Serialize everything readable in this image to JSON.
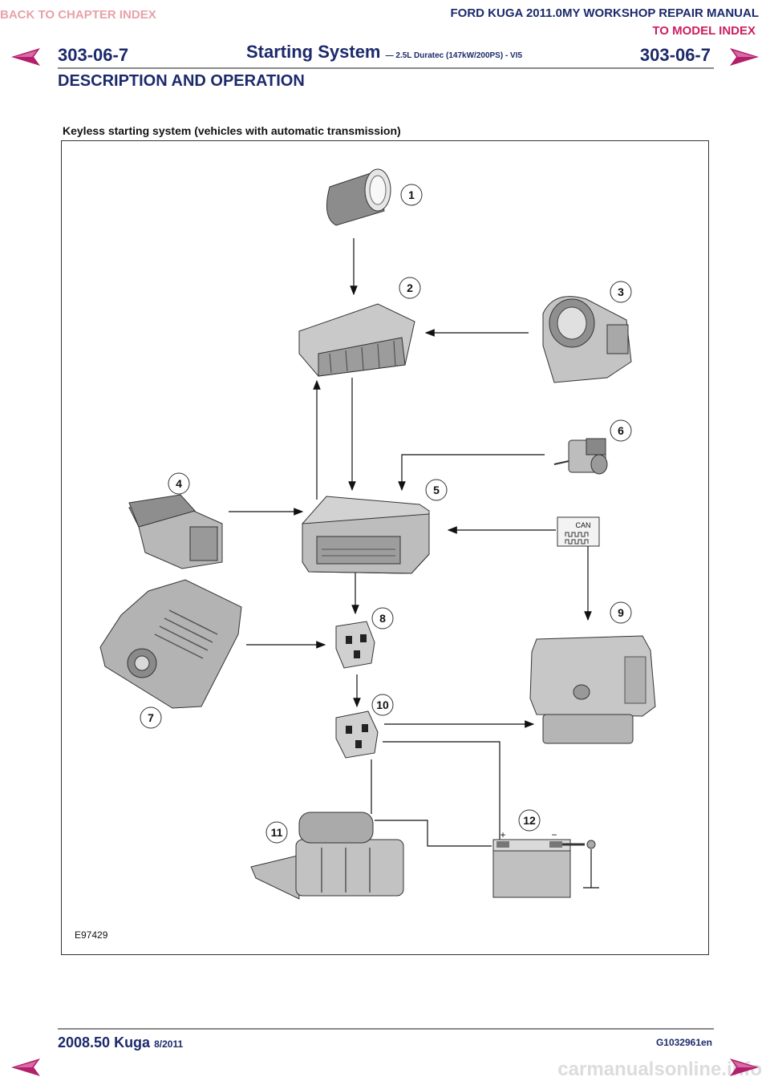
{
  "header": {
    "back_link": "BACK TO CHAPTER INDEX",
    "manual_title": "FORD KUGA 2011.0MY WORKSHOP REPAIR MANUAL",
    "model_link": "TO MODEL INDEX",
    "section_left": "303-06-7",
    "section_right": "303-06-7",
    "system_title": "Starting System",
    "system_subtitle": "— 2.5L Duratec (147kW/200PS) - VI5",
    "description": "DESCRIPTION AND OPERATION"
  },
  "figure": {
    "caption": "Keyless starting system (vehicles with automatic transmission)",
    "code": "E97429",
    "callouts": [
      "1",
      "2",
      "3",
      "4",
      "5",
      "6",
      "7",
      "8",
      "9",
      "10",
      "11",
      "12"
    ],
    "can_label": "CAN",
    "battery_plus": "+",
    "battery_minus": "−"
  },
  "footer": {
    "model": "2008.50 Kuga",
    "date": "8/2011",
    "doc_id": "G1032961en",
    "watermark": "carmanualsonline.info"
  },
  "colors": {
    "navy": "#1c2a6b",
    "pink_link": "#e7a2a8",
    "magenta_link": "#cc1f60",
    "arrow_fill": "#b21f6a",
    "component_gray": "#c9c9c9"
  },
  "icons": [
    "arrow-left-icon",
    "arrow-right-icon"
  ]
}
